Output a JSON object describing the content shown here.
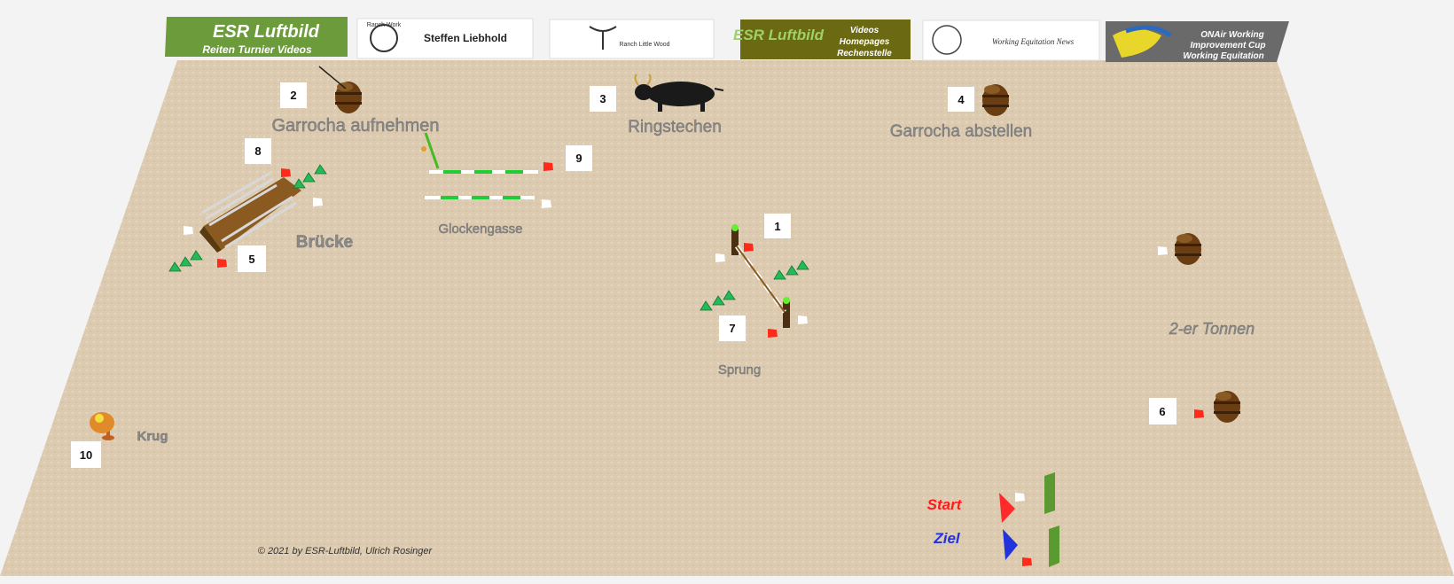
{
  "banners": [
    {
      "title": "ESR Luftbild",
      "subtitle": "Reiten Turnier Videos",
      "color": "#6b9b3a"
    },
    {
      "title": "Steffen Liebhold",
      "subtitle": "Ranch Work",
      "color": "#ffffff"
    },
    {
      "title": "Ranch Little Wood",
      "color": "#ffffff"
    },
    {
      "title": "ESR Luftbild",
      "lines": [
        "Videos",
        "Homepages",
        "Rechenstelle"
      ],
      "color": "#6b6a12"
    },
    {
      "title": "Working Equitation News",
      "color": "#ffffff"
    },
    {
      "lines": [
        "ONAir Working",
        "Improvement Cup",
        "Working Equitation"
      ],
      "color": "#6a6a6a"
    }
  ],
  "stations": {
    "garrocha_aufnehmen": "Garrocha aufnehmen",
    "ringstechen": "Ringstechen",
    "garrocha_abstellen": "Garrocha abstellen",
    "bruecke": "Brücke",
    "glockengasse": "Glockengasse",
    "sprung": "Sprung",
    "tonnen": "2-er Tonnen",
    "krug": "Krug"
  },
  "numbers": [
    "1",
    "2",
    "3",
    "4",
    "5",
    "6",
    "7",
    "8",
    "9",
    "10"
  ],
  "start_label": "Start",
  "ziel_label": "Ziel",
  "copyright": "© 2021 by ESR-Luftbild, Ulrich Rosinger",
  "colors": {
    "arena": "#dccbb0",
    "start": "#ff1a1a",
    "ziel": "#2233dd",
    "cone": "#22bb55"
  }
}
